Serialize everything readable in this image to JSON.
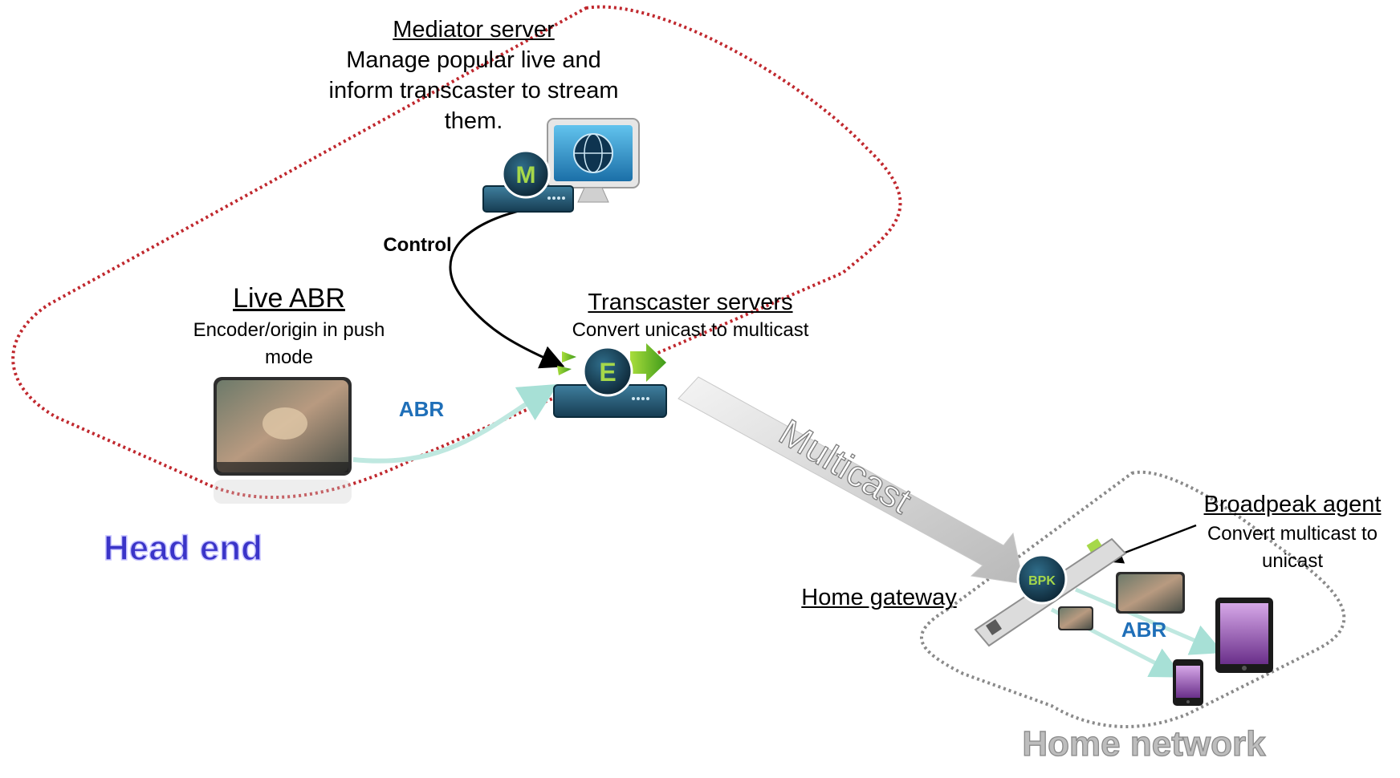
{
  "mediator": {
    "title": "Mediator server",
    "desc_line1": "Manage popular live and",
    "desc_line2": "inform transcaster to stream",
    "desc_line3": "them.",
    "badge": "M"
  },
  "control_label": "Control",
  "live_abr": {
    "title": "Live ABR",
    "desc_line1": "Encoder/origin in push",
    "desc_line2": "mode"
  },
  "transcaster": {
    "title": "Transcaster servers",
    "desc": "Convert unicast to multicast",
    "badge": "E"
  },
  "abr_label_left": "ABR",
  "multicast_label": "Multicast",
  "broadpeak_agent": {
    "title": "Broadpeak agent",
    "desc_line1": "Convert multicast to",
    "desc_line2": "unicast",
    "badge": "BPK"
  },
  "home_gateway": "Home gateway",
  "abr_label_right": "ABR",
  "head_end": "Head end",
  "home_network": "Home network",
  "colors": {
    "head_end_border": "#c0282e",
    "home_border": "#8a8a8a",
    "abr_text": "#1f6fb8",
    "head_end_text": "#3a34c8",
    "flow_arrow": "#bfe8e0"
  }
}
